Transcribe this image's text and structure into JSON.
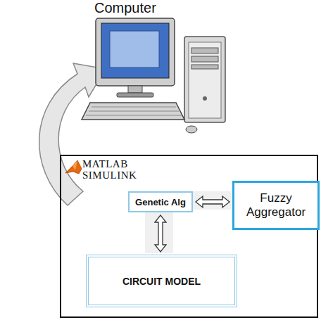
{
  "diagram": {
    "nodes": [
      {
        "text": [
          "MATLAB SIMULINK"
        ]
      },
      {
        "text": [
          "Genetic Alg"
        ],
        "in": 0
      },
      {
        "text": [
          "Fuzzy Aggregator"
        ],
        "in": 0
      },
      {
        "text": [
          "CIRCUIT MODEL"
        ],
        "in": 0
      }
    ],
    "edges": [
      {
        "from": 1,
        "to": 2,
        "arrow": "both"
      },
      {
        "from": 1,
        "to": 3,
        "arrow": "both"
      }
    ],
    "labels": [
      "Computer"
    ]
  }
}
